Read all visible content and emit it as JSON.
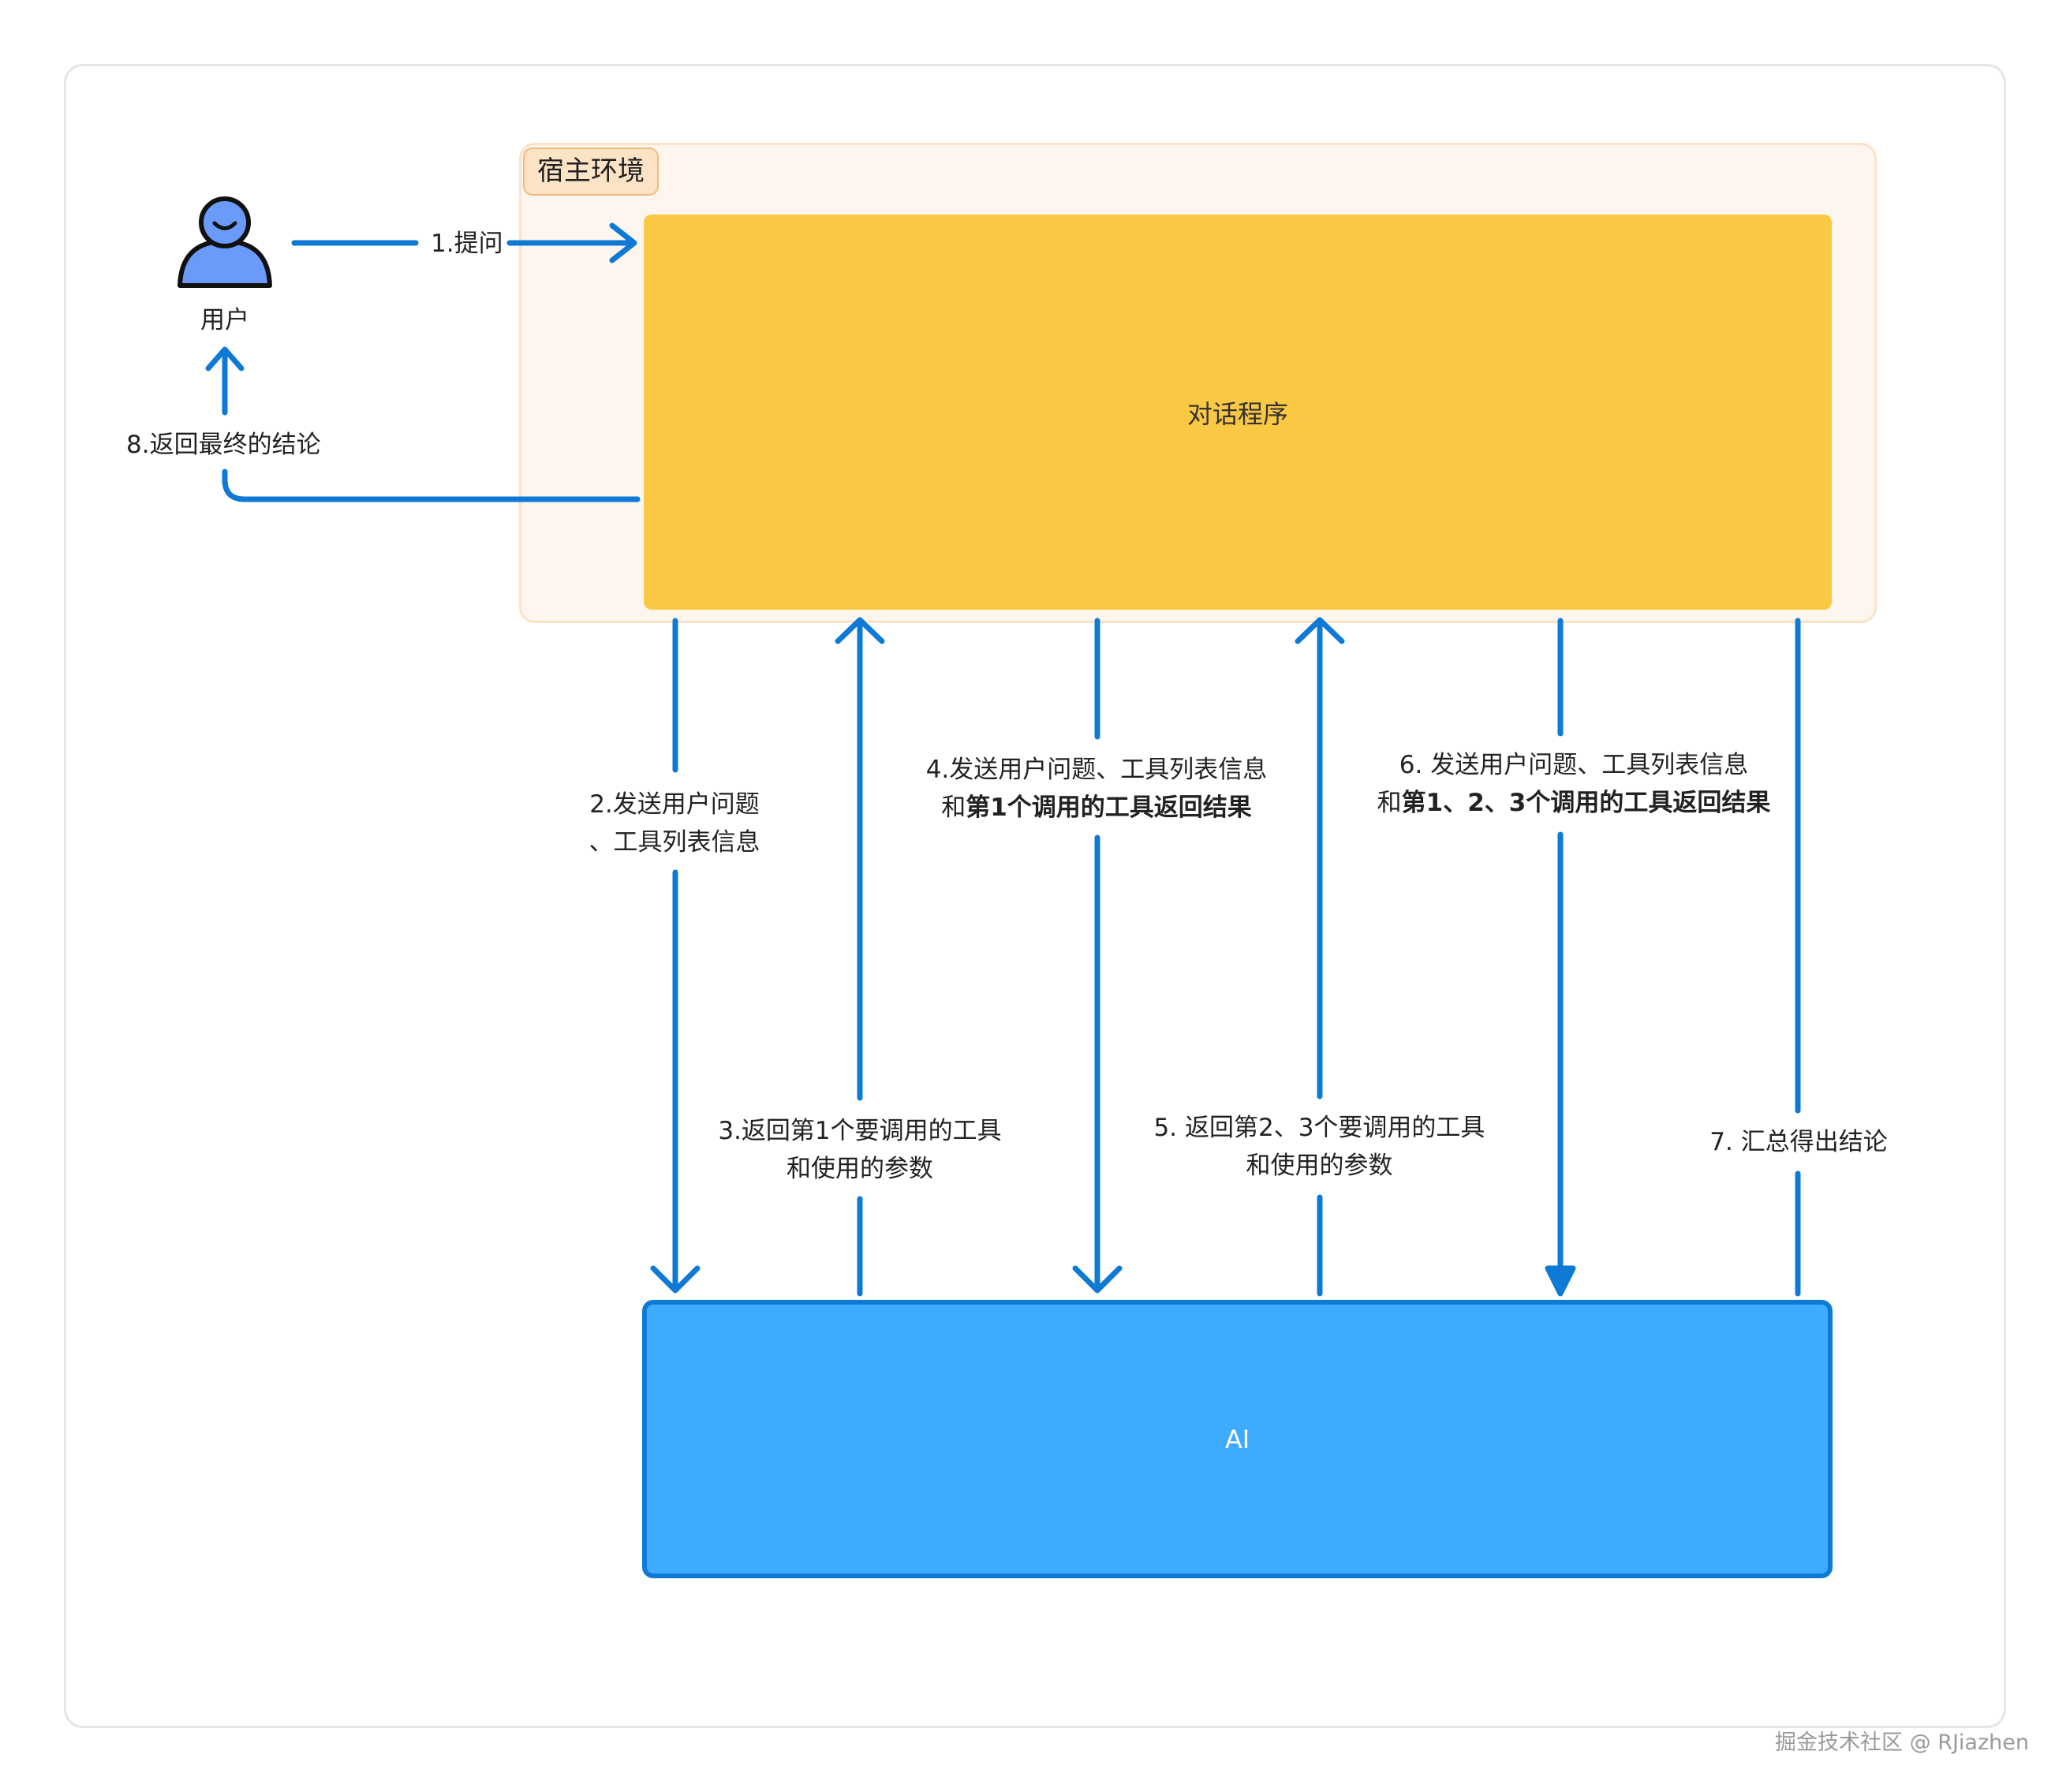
{
  "host_label": "宿主环境",
  "nodes": {
    "user": "用户",
    "dialog_program": "对话程序",
    "ai": "AI"
  },
  "edges": {
    "e1": "1.提问",
    "e2_line1": "2.发送用户问题",
    "e2_line2": "、工具列表信息",
    "e3_line1": "3.返回第1个要调用的工具",
    "e3_line2": "和使用的参数",
    "e4_line1": "4.发送用户问题、工具列表信息",
    "e4_line2_prefix": "和",
    "e4_line2_bold": "第1个调用的工具返回结果",
    "e5_line1": "5. 返回第2、3个要调用的工具",
    "e5_line2": "和使用的参数",
    "e6_line1": "6. 发送用户问题、工具列表信息",
    "e6_line2_prefix": "和",
    "e6_line2_bold": "第1、2、3个调用的工具返回结果",
    "e7": "7. 汇总得出结论",
    "e8": "8.返回最终的结论"
  },
  "watermark": "掘金技术社区 @ RJiazhen",
  "colors": {
    "arrow": "#0e7ad6",
    "dialog_fill": "#fbc844",
    "ai_fill": "#3eabfe",
    "host_fill": "#fdf6ef",
    "user_icon": "#6b9bfa"
  },
  "icons": {
    "user": "person-icon"
  }
}
